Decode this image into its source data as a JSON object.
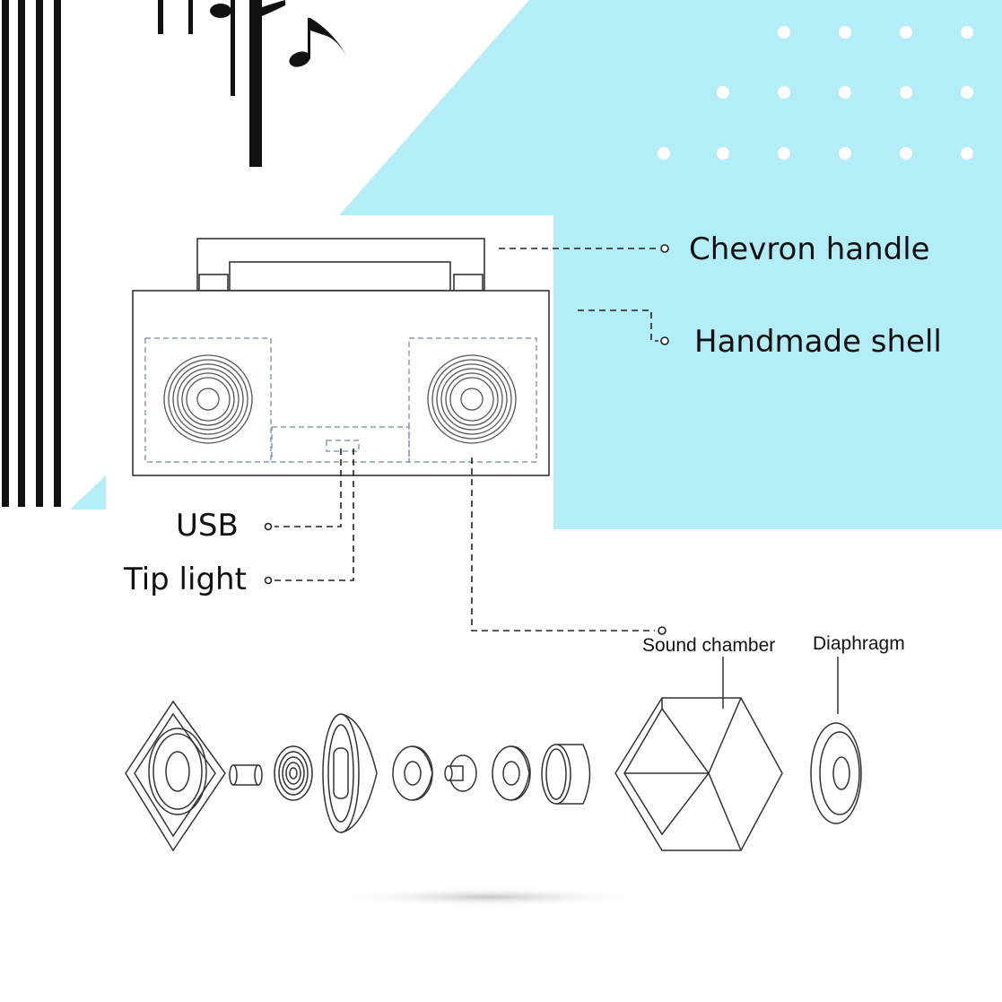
{
  "colors": {
    "accent": "#b3edf7",
    "line": "#333333",
    "dash_blue": "#8a9bb0",
    "text": "#111111"
  },
  "icons": [
    "music-notes-icon",
    "speaker-icon"
  ],
  "labels": {
    "chevron_handle": "Chevron handle",
    "handmade_shell": "Handmade shell",
    "usb": "USB",
    "tip_light": "Tip light",
    "sound_chamber": "Sound chamber",
    "diaphragm": "Diaphragm"
  }
}
